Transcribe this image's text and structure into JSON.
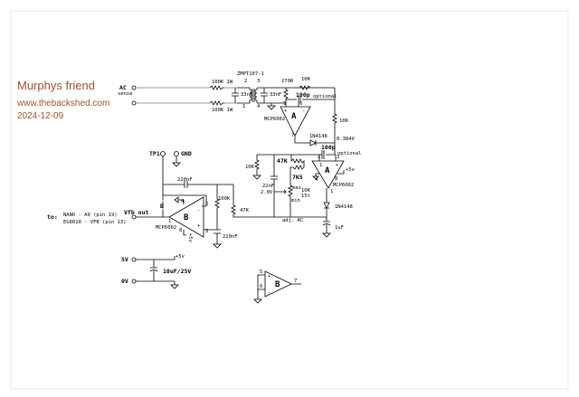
{
  "header": {
    "title": "Murphys friend",
    "website": "www.thebackshed.com",
    "date": "2024-12-09"
  },
  "colors": {
    "title": "#a0522d",
    "wire": "#000000",
    "wire_alt": "#777777"
  },
  "labels": {
    "ac": "AC",
    "sense": "sense",
    "r_in_top": "100K 1W",
    "r_in_bot": "100K 1W",
    "transformer": "ZMPT107-1",
    "t_pin2": "2",
    "t_pin3": "3",
    "t_pin1": "1",
    "t_pin4": "4",
    "c_33a": "33nF",
    "c_33b": "33nF",
    "r_270": "270R",
    "r_10k_fb": "10K",
    "c_100p_a": "100p",
    "optional_a": "optional",
    "opa_top_pin5": "5",
    "opa_top_pin6": "6",
    "opa_top_plus": "+",
    "opa_top_minus": "-",
    "opa_top_label": "A",
    "opa_top_part": "MCP6002",
    "opa_top_pin7": "7",
    "diode_a": "1N4148",
    "r_10k_right": "10K",
    "volt_0384": "0.384V",
    "c_100p_b": "100p",
    "optional_b": "optional",
    "r_10k_left": "10K",
    "r_47k": "47K",
    "r_7k5": "7K5",
    "c_22nf": "22nF",
    "volt_20": "2.0V",
    "pot_max": "max",
    "pot_10k": "10K",
    "pot_15t": "15t",
    "pot_min": "min",
    "opa2_pin2": "2",
    "opa2_pin3": "3",
    "opa2_pin1in": "1",
    "opa2_plus": "+",
    "opa2_label": "A",
    "opa2_pin4": "4",
    "opa2_pin8": "8",
    "opa2_5v": "+5v",
    "opa2_part": "MCP6002",
    "opa2_out": "1",
    "diode_b": "1N4148",
    "c_1uf": "1uF",
    "adj_ac": "adj. AC",
    "tp1": "TP1",
    "gnd": "GND",
    "c_220nf_fb": "220nF",
    "r_100k": "100K",
    "r_47k_b": "47K",
    "c_220nf_b": "220nF",
    "opb_label": "B",
    "opb_box": "B",
    "opb_minus": "-",
    "opb_plus": "+",
    "opb_pin4": "4",
    "opb_pin2": "2",
    "opb_pin3": "3",
    "opb_pin1": "1",
    "opb_pin8": "8",
    "opb_part": "MCP6002",
    "opb_5v": "+5v",
    "vfb_out": "Vfb out",
    "to": "to:",
    "nano": "NANO - A0 (pin 19)",
    "eg8010": "EG8010 - VFB (pin 13)",
    "v5": "5V",
    "v0": "0V",
    "p5v": "+5v",
    "c_10uf": "10uF/25V",
    "opb2_pin5": "5",
    "opb2_plus": "+",
    "opb2_pin6": "6",
    "opb2_minus": "-",
    "opb2_label": "B",
    "opb2_pin7": "7"
  }
}
